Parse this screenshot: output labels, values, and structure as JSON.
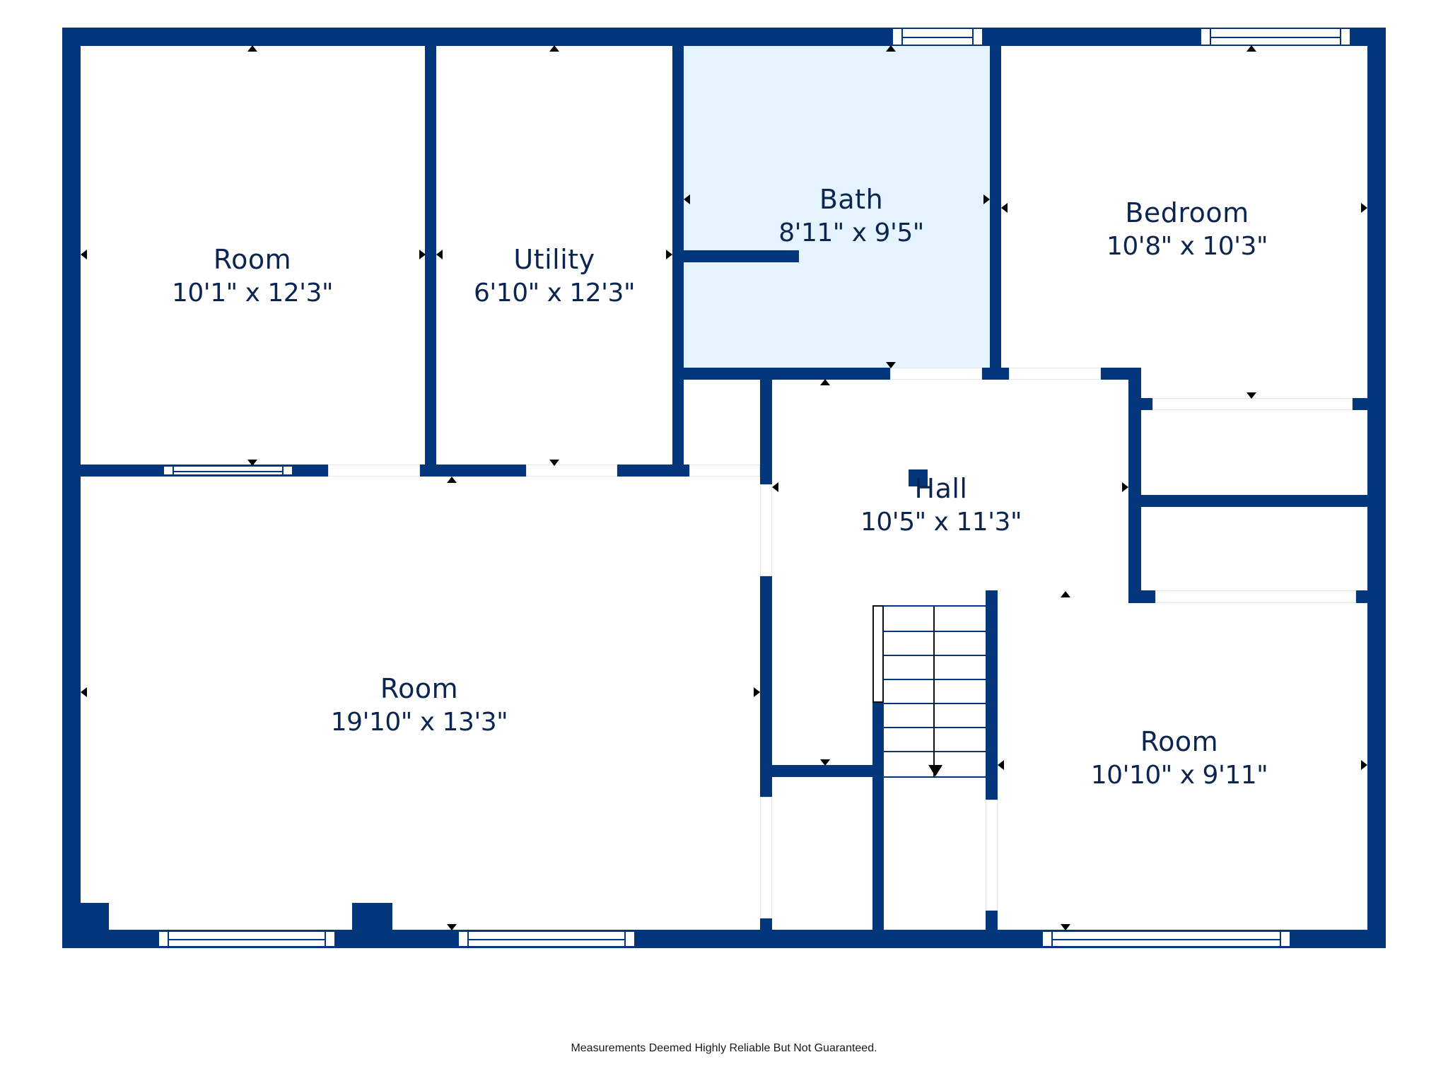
{
  "floorplan": {
    "wall_color": "#03367a",
    "highlight_color": "#e4f3fd",
    "rooms": [
      {
        "name": "Room",
        "dimensions": "10'1\" x 12'3\""
      },
      {
        "name": "Utility",
        "dimensions": "6'10\" x 12'3\""
      },
      {
        "name": "Bath",
        "dimensions": "8'11\" x 9'5\""
      },
      {
        "name": "Bedroom",
        "dimensions": "10'8\" x 10'3\""
      },
      {
        "name": "Hall",
        "dimensions": "10'5\" x 11'3\""
      },
      {
        "name": "Room",
        "dimensions": "19'10\" x 13'3\""
      },
      {
        "name": "Room",
        "dimensions": "10'10\" x 9'11\""
      }
    ],
    "stair_direction": "down"
  },
  "footer": {
    "disclaimer": "Measurements Deemed Highly Reliable But Not Guaranteed."
  }
}
